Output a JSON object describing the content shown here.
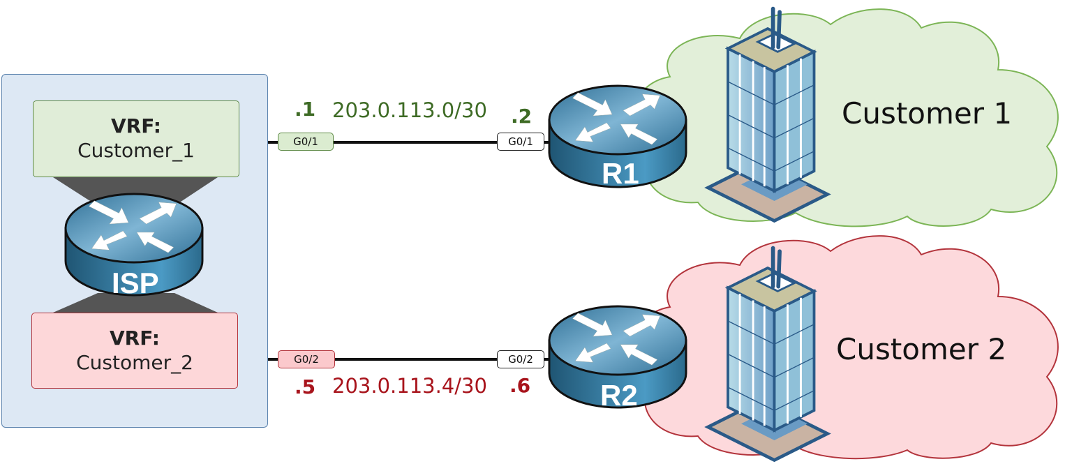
{
  "isp": {
    "router_label": "ISP",
    "vrfs": [
      {
        "title": "VRF:",
        "name": "Customer_1",
        "color": "#e0edd8"
      },
      {
        "title": "VRF:",
        "name": "Customer_2",
        "color": "#fdd7d9"
      }
    ]
  },
  "links": [
    {
      "network": "203.0.113.0/30",
      "left_host": ".1",
      "right_host": ".2",
      "left_interface": "G0/1",
      "right_interface": "G0/1",
      "color": "#3e6b25"
    },
    {
      "network": "203.0.113.4/30",
      "left_host": ".5",
      "right_host": ".6",
      "left_interface": "G0/2",
      "right_interface": "G0/2",
      "color": "#a8141c"
    }
  ],
  "routers": [
    {
      "label": "R1"
    },
    {
      "label": "R2"
    }
  ],
  "customers": [
    {
      "label": "Customer 1",
      "cloud_color": "#e2efd9",
      "cloud_border": "#7cb556",
      "icon": "office-building-icon"
    },
    {
      "label": "Customer 2",
      "cloud_color": "#fdd9dc",
      "cloud_border": "#b3343c",
      "icon": "office-building-icon"
    }
  ]
}
